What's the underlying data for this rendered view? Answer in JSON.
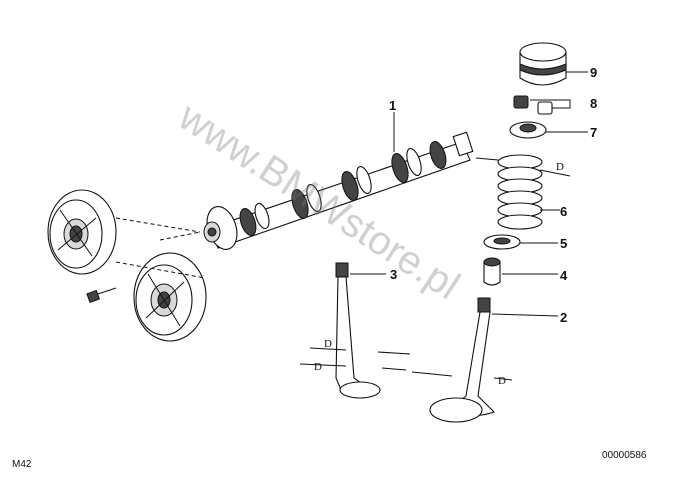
{
  "diagram": {
    "callouts": [
      "1",
      "2",
      "3",
      "4",
      "5",
      "6",
      "7",
      "8",
      "9"
    ],
    "dimension_label": "D",
    "watermark": "www.BMWstore.pl",
    "footer_left": "M42",
    "footer_right": "00000586"
  }
}
